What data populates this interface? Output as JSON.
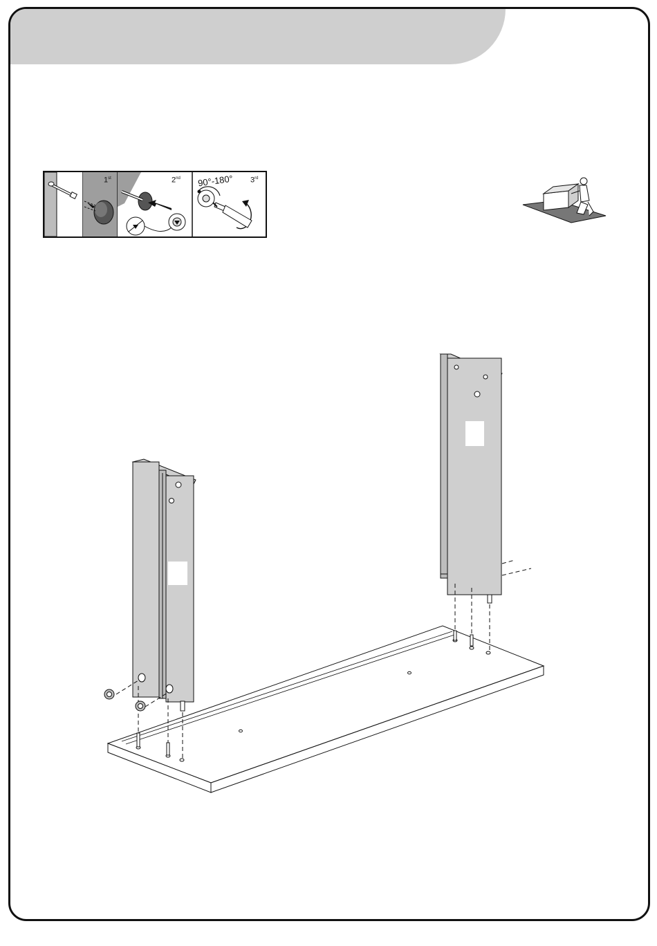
{
  "steps": [
    {
      "number": "1",
      "suffix": "st"
    },
    {
      "number": "2",
      "suffix": "nd"
    },
    {
      "number": "3",
      "suffix": "rd"
    }
  ],
  "rotation": {
    "label": "90°-180°"
  },
  "icons": [
    "cam-bolt-icon",
    "cam-hole-icon",
    "cam-lock-icon",
    "screwdriver-icon",
    "rotate-arrow-icon",
    "assembler-person-icon"
  ],
  "colors": {
    "panel": "#cfcfcf",
    "panel_dark": "#a8a8a8",
    "stroke": "#111111",
    "hole": "#555555"
  }
}
